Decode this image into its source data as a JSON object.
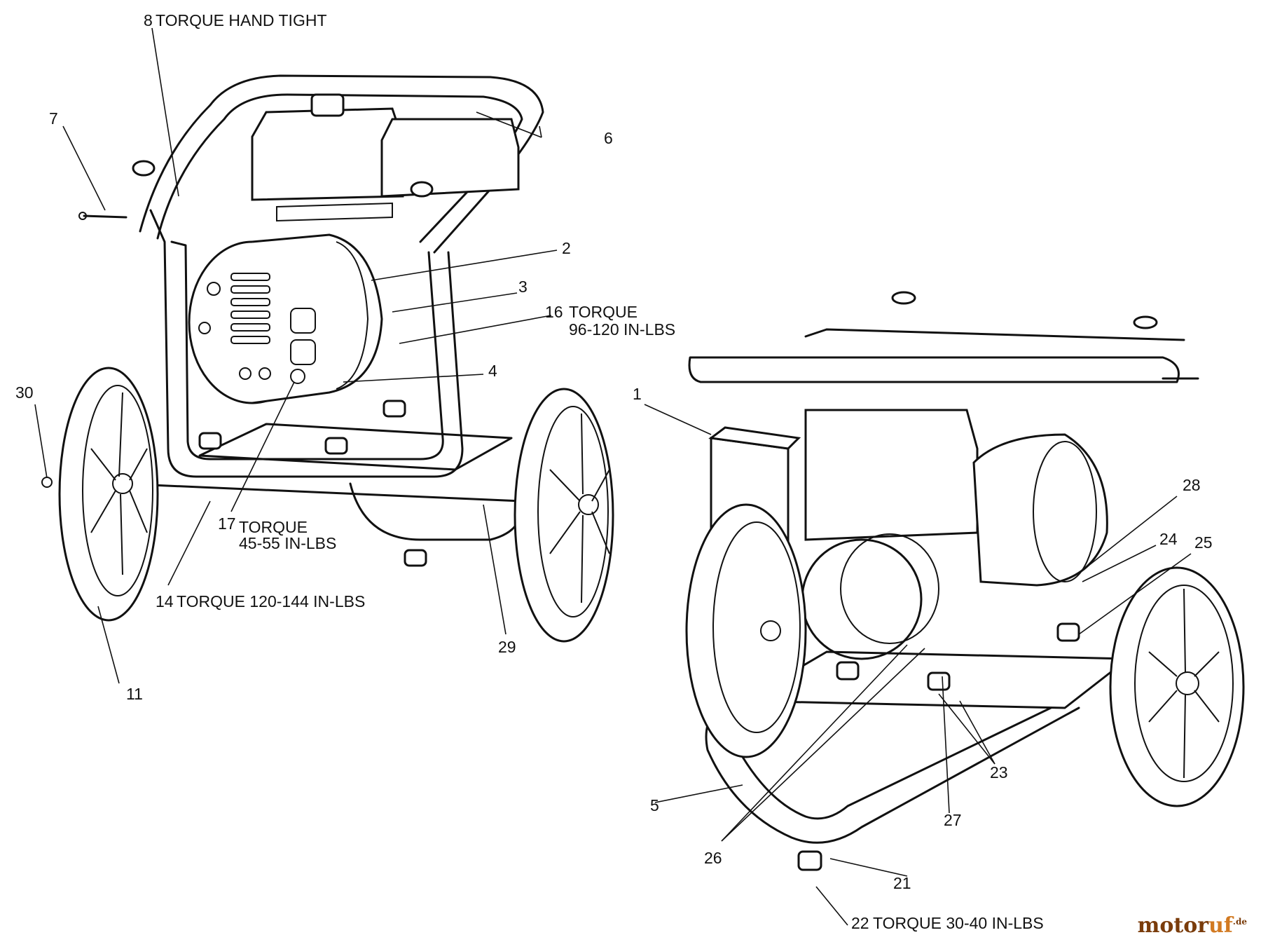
{
  "callouts": {
    "c1": "1",
    "c2": "2",
    "c3": "3",
    "c4": "4",
    "c5": "5",
    "c6": "6",
    "c7": "7",
    "c8": "8",
    "c8_note": "TORQUE HAND TIGHT",
    "c11": "11",
    "c14": "14",
    "c14_note": "TORQUE 120-144 IN-LBS",
    "c16": "16",
    "c16_note_1": "TORQUE",
    "c16_note_2": "96-120 IN-LBS",
    "c17": "17",
    "c17_note_1": "TORQUE",
    "c17_note_2": "45-55 IN-LBS",
    "c21": "21",
    "c22": "22",
    "c22_note": "TORQUE 30-40 IN-LBS",
    "c23": "23",
    "c24": "24",
    "c25": "25",
    "c26": "26",
    "c27": "27",
    "c28": "28",
    "c29": "29",
    "c30": "30"
  },
  "watermark": {
    "part1": "motor",
    "part2": "uf",
    "suffix": ".de"
  }
}
